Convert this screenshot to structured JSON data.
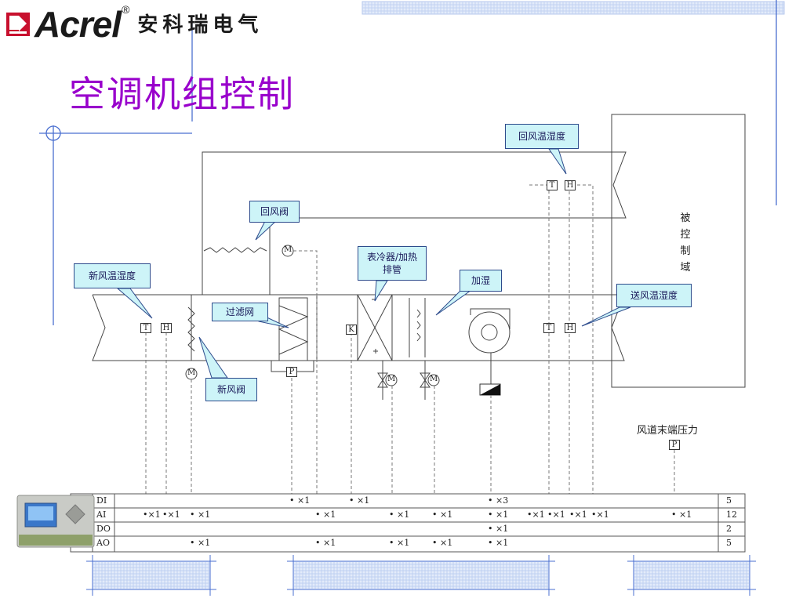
{
  "header": {
    "brand_name": "Acrel",
    "brand_reg": "®",
    "brand_cn": "安科瑞电气",
    "title": "空调机组控制"
  },
  "colors": {
    "title": "#9900cc",
    "callout_bg": "#cdf4f8",
    "callout_border": "#2d4b8c",
    "grid_blue": "#a9c1ec"
  },
  "callouts": {
    "return_th": "回风温湿度",
    "return_damper": "回风阀",
    "fresh_th": "新风温湿度",
    "coil": "表冷器/加热排管",
    "humidify": "加湿",
    "supply_th": "送风温湿度",
    "filter": "过滤网",
    "fresh_damper": "新风阀"
  },
  "labels": {
    "controlled_zone": [
      "被",
      "控",
      "制",
      "域"
    ],
    "duct_end_pressure": "风道末端压力"
  },
  "tags": {
    "T": "T",
    "H": "H",
    "M": "M",
    "P": "P",
    "K": "K"
  },
  "io_table": {
    "rows": [
      {
        "name": "DI",
        "total": "5"
      },
      {
        "name": "AI",
        "total": "12"
      },
      {
        "name": "DO",
        "total": "2"
      },
      {
        "name": "AO",
        "total": "5"
      }
    ],
    "marks": {
      "x1": "•×1",
      "x1b": "• ×1",
      "x3": "• ×3"
    }
  }
}
